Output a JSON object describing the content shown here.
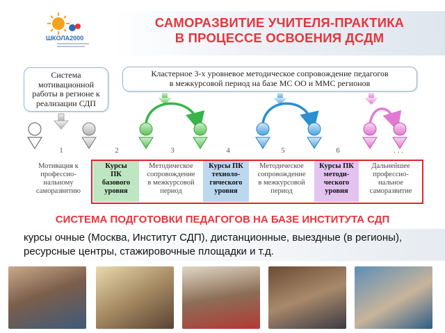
{
  "logo": {
    "text": "ШКОЛА2000",
    "icon": "sun-logo-icon"
  },
  "title": {
    "line1": "САМОРАЗВИТИЕ УЧИТЕЛЯ-ПРАКТИКА",
    "line2": "В ПРОЦЕССЕ ОСВОЕНИЯ ДСДМ"
  },
  "callout_left": [
    "Система",
    "мотивационной",
    "работы в регионе к",
    "реализации СДП"
  ],
  "callout_top": [
    "Кластерное 3-х уровневое методическое сопровождение педагогов",
    "в межкурсовой период на базе МС ОО и ММС регионов"
  ],
  "steps": [
    "1",
    "2",
    "3",
    "4",
    "5",
    "6",
    ". . ."
  ],
  "table": [
    {
      "lines": [
        "Мотивация к",
        "професcио-",
        "нальному",
        "саморазвитию"
      ],
      "bg": "",
      "course": false
    },
    {
      "lines": [
        "Курсы",
        "ПК",
        "базового",
        "уровня"
      ],
      "bg": "#bfe6c2",
      "course": true
    },
    {
      "lines": [
        "Методическое",
        "сопровождение",
        "в межкурсовой",
        "период"
      ],
      "bg": "",
      "course": false
    },
    {
      "lines": [
        "Курсы ПК",
        "техноло-",
        "гического",
        "уровня"
      ],
      "bg": "#bcd8ef",
      "course": true
    },
    {
      "lines": [
        "Методическое",
        "сопровождение",
        "в межкурсовой",
        "период"
      ],
      "bg": "",
      "course": false
    },
    {
      "lines": [
        "Курсы ПК",
        "методи-",
        "ческого",
        "уровня"
      ],
      "bg": "#e3c3ef",
      "course": true
    },
    {
      "lines": [
        "Дальнейшее",
        "профессио-",
        "нальное",
        "саморазвитие"
      ],
      "bg": "",
      "course": false
    }
  ],
  "subtitle": "СИСТЕМА ПОДГОТОВКИ ПЕДАГОГОВ НА БАЗЕ ИНСТИТУТА СДП",
  "description": "курсы очные (Москва, Институт СДП), дистанционные, выездные (в регионы),  ресурсные центры, стажировочные  площадки и т.д.",
  "colors": {
    "title": "#e8343c",
    "green": "#37b44a",
    "blue": "#2b8fd0",
    "pink": "#e27ad3",
    "frame": "#e1232c"
  }
}
